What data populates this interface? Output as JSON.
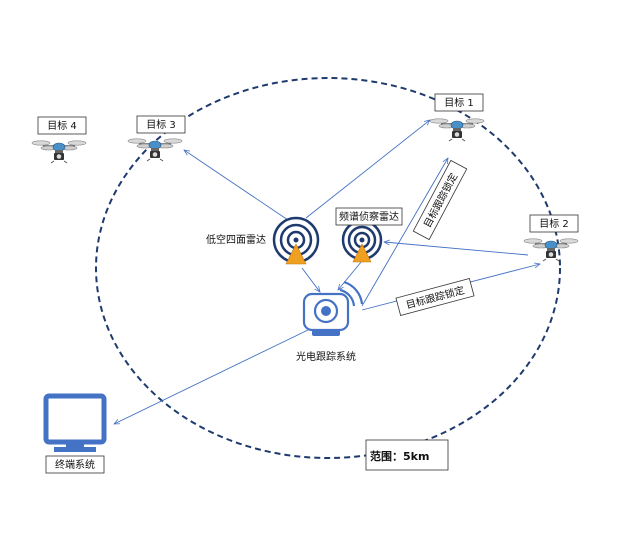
{
  "targets": [
    {
      "id": "target-1",
      "label": "目标 1"
    },
    {
      "id": "target-2",
      "label": "目标 2"
    },
    {
      "id": "target-3",
      "label": "目标 3"
    },
    {
      "id": "target-4",
      "label": "目标 4"
    }
  ],
  "radars": {
    "low_altitude": "低空四面雷达",
    "spectrum": "频谱侦察雷达"
  },
  "electro_optical": "光电跟踪系统",
  "terminal": "终端系统",
  "lock_labels": {
    "upper": "目标跟踪锁定",
    "lower": "目标跟踪锁定"
  },
  "range_label": "范围：5km",
  "colors": {
    "circle": "#1f3a6e",
    "arrow": "#4472c4",
    "radar_ring": "#1f3a6e",
    "radar_cone": "#f0a020",
    "icon_blue": "#4472c4"
  }
}
